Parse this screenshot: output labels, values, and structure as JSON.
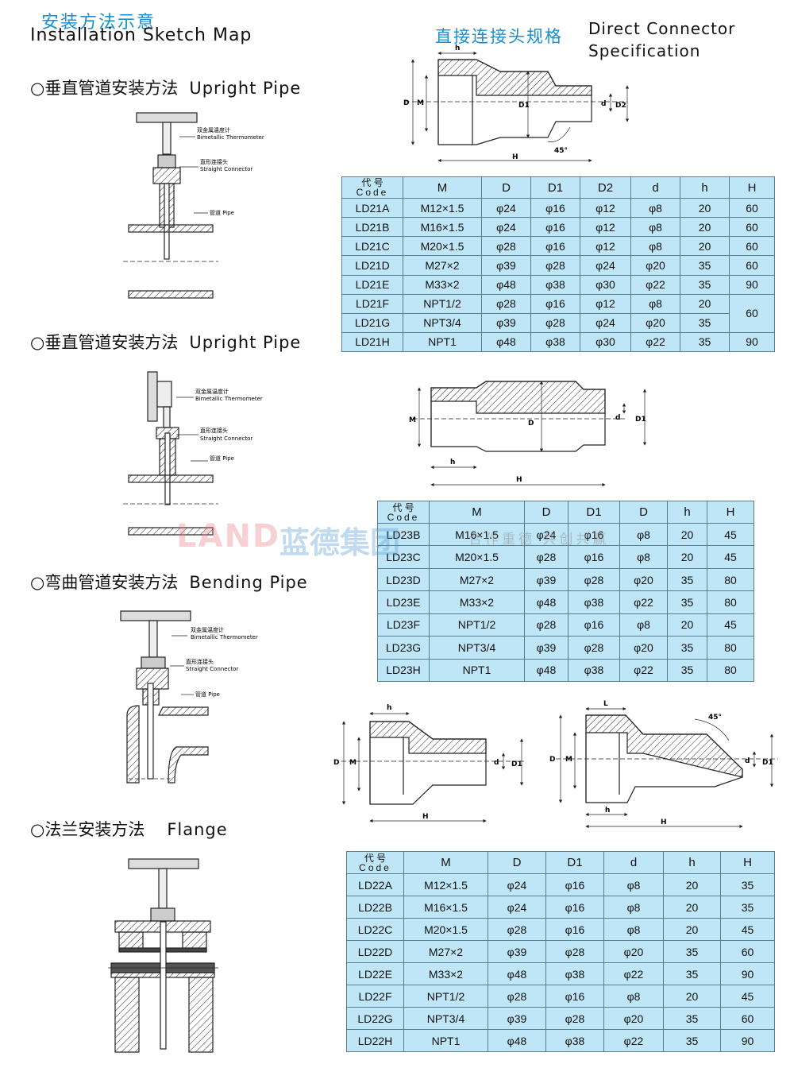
{
  "header": {
    "title_cn": "安装方法示意",
    "title_en": "Installation Sketch Map",
    "spec_cn": "直接连接头规格",
    "spec_en_1": "Direct Connector",
    "spec_en_2": "Specification"
  },
  "sections": [
    {
      "cn": "○垂直管道安装方法",
      "en": "Upright Pipe"
    },
    {
      "cn": "○垂直管道安装方法",
      "en": "Upright Pipe"
    },
    {
      "cn": "○弯曲管道安装方法",
      "en": "Bending Pipe"
    },
    {
      "cn": "○法兰安装方法",
      "en": "Flange"
    }
  ],
  "labels": {
    "thermo_cn": "双金属温度计",
    "thermo_en": "Bimetallic Thermometer",
    "conn_cn": "直形连接头",
    "conn_en": "Straight Connector",
    "pipe": "管道 Pipe"
  },
  "dims": {
    "h": "h",
    "D": "D",
    "M": "M",
    "D1": "D1",
    "d": "d",
    "D2": "D2",
    "H": "H",
    "L": "L",
    "angle": "45°"
  },
  "watermark": {
    "logo": "LAND",
    "name": "蓝德集团",
    "slogan": "合作重德 共创共赢"
  },
  "tables": {
    "code_label_cn": "代 号",
    "code_label_en": "Code",
    "ld21": {
      "headers": [
        "M",
        "D",
        "D1",
        "D2",
        "d",
        "h",
        "H"
      ],
      "rows": [
        [
          "LD21A",
          "M12×1.5",
          "φ24",
          "φ16",
          "φ12",
          "φ8",
          "20",
          "60"
        ],
        [
          "LD21B",
          "M16×1.5",
          "φ24",
          "φ16",
          "φ12",
          "φ8",
          "20",
          "60"
        ],
        [
          "LD21C",
          "M20×1.5",
          "φ28",
          "φ16",
          "φ12",
          "φ8",
          "20",
          "60"
        ],
        [
          "LD21D",
          "M27×2",
          "φ39",
          "φ28",
          "φ24",
          "φ20",
          "35",
          "60"
        ],
        [
          "LD21E",
          "M33×2",
          "φ48",
          "φ38",
          "φ30",
          "φ22",
          "35",
          "90"
        ],
        [
          "LD21F",
          "NPT1/2",
          "φ28",
          "φ16",
          "φ12",
          "φ8",
          "20",
          "60"
        ],
        [
          "LD21G",
          "NPT3/4",
          "φ39",
          "φ28",
          "φ24",
          "φ20",
          "35",
          ""
        ],
        [
          "LD21H",
          "NPT1",
          "φ48",
          "φ38",
          "φ30",
          "φ22",
          "35",
          "90"
        ]
      ]
    },
    "ld23": {
      "headers": [
        "M",
        "D",
        "D1",
        "D",
        "h",
        "H"
      ],
      "rows": [
        [
          "LD23B",
          "M16×1.5",
          "φ24",
          "φ16",
          "φ8",
          "20",
          "45"
        ],
        [
          "LD23C",
          "M20×1.5",
          "φ28",
          "φ16",
          "φ8",
          "20",
          "45"
        ],
        [
          "LD23D",
          "M27×2",
          "φ39",
          "φ28",
          "φ20",
          "35",
          "80"
        ],
        [
          "LD23E",
          "M33×2",
          "φ48",
          "φ38",
          "φ22",
          "35",
          "80"
        ],
        [
          "LD23F",
          "NPT1/2",
          "φ28",
          "φ16",
          "φ8",
          "20",
          "45"
        ],
        [
          "LD23G",
          "NPT3/4",
          "φ39",
          "φ28",
          "φ20",
          "35",
          "80"
        ],
        [
          "LD23H",
          "NPT1",
          "φ48",
          "φ38",
          "φ22",
          "35",
          "80"
        ]
      ]
    },
    "ld22": {
      "headers": [
        "M",
        "D",
        "D1",
        "d",
        "h",
        "H"
      ],
      "rows": [
        [
          "LD22A",
          "M12×1.5",
          "φ24",
          "φ16",
          "φ8",
          "20",
          "35"
        ],
        [
          "LD22B",
          "M16×1.5",
          "φ24",
          "φ16",
          "φ8",
          "20",
          "35"
        ],
        [
          "LD22C",
          "M20×1.5",
          "φ28",
          "φ16",
          "φ8",
          "20",
          "45"
        ],
        [
          "LD22D",
          "M27×2",
          "φ39",
          "φ28",
          "φ20",
          "35",
          "60"
        ],
        [
          "LD22E",
          "M33×2",
          "φ48",
          "φ38",
          "φ22",
          "35",
          "90"
        ],
        [
          "LD22F",
          "NPT1/2",
          "φ28",
          "φ16",
          "φ8",
          "20",
          "45"
        ],
        [
          "LD22G",
          "NPT3/4",
          "φ39",
          "φ28",
          "φ20",
          "35",
          "60"
        ],
        [
          "LD22H",
          "NPT1",
          "φ48",
          "φ38",
          "φ22",
          "35",
          "90"
        ]
      ]
    }
  }
}
